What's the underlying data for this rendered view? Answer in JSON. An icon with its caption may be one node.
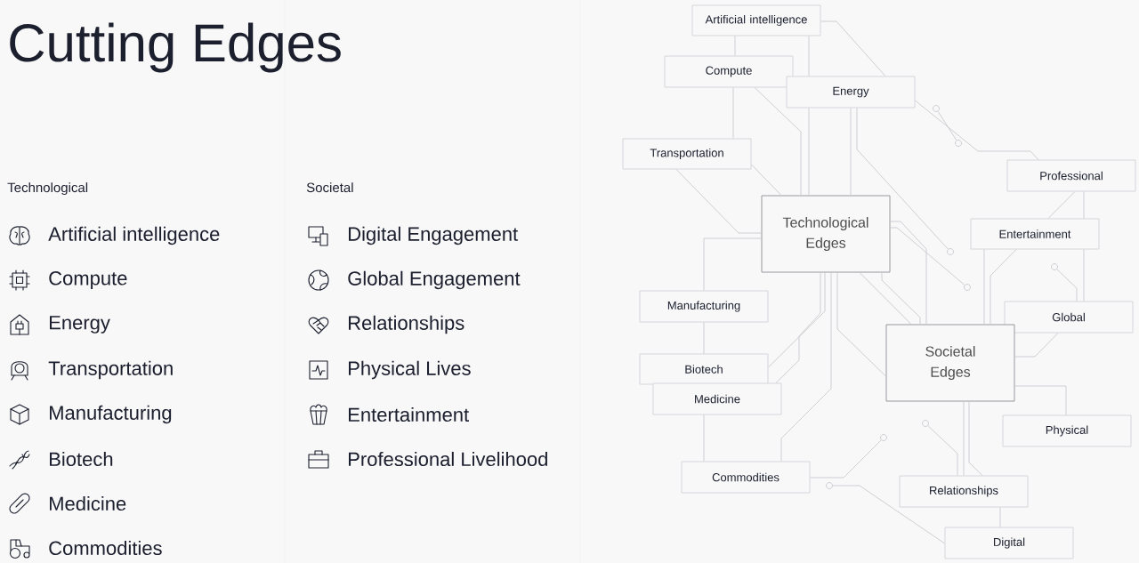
{
  "diagram": {
    "title": "Cutting Edges",
    "nodes": [
      {
        "text": [
          "Artificial intelligence"
        ]
      },
      {
        "text": [
          "Compute"
        ]
      },
      {
        "text": [
          "Energy"
        ]
      },
      {
        "text": [
          "Transportation"
        ]
      },
      {
        "text": [
          "Technological Edges"
        ]
      },
      {
        "text": [
          "Professional"
        ]
      },
      {
        "text": [
          "Entertainment"
        ]
      },
      {
        "text": [
          "Manufacturing"
        ]
      },
      {
        "text": [
          "Global"
        ]
      },
      {
        "text": [
          "Societal Edges"
        ]
      },
      {
        "text": [
          "Biotech"
        ]
      },
      {
        "text": [
          "Medicine"
        ]
      },
      {
        "text": [
          "Physical"
        ]
      },
      {
        "text": [
          "Commodities"
        ]
      },
      {
        "text": [
          "Relationships"
        ]
      },
      {
        "text": [
          "Digital"
        ]
      },
      {
        "text": [],
        "shape": "circle"
      },
      {
        "text": [],
        "shape": "circle"
      },
      {
        "text": [],
        "shape": "circle"
      },
      {
        "text": [],
        "shape": "circle"
      },
      {
        "text": [],
        "shape": "circle"
      },
      {
        "text": [],
        "shape": "circle"
      },
      {
        "text": [],
        "shape": "circle"
      },
      {
        "text": [],
        "shape": "circle"
      }
    ],
    "edges": [
      {
        "from": 0,
        "to": 1,
        "arrow": "none"
      },
      {
        "from": 0,
        "to": 2,
        "arrow": "none"
      },
      {
        "from": 0,
        "to": 2,
        "arrow": "none"
      },
      {
        "from": 1,
        "to": 3,
        "arrow": "none"
      },
      {
        "from": 1,
        "to": 4,
        "arrow": "none"
      },
      {
        "from": 2,
        "to": 4,
        "arrow": "none"
      },
      {
        "from": 2,
        "to": 4,
        "arrow": "none"
      },
      {
        "from": 2,
        "to": 18,
        "arrow": "none"
      },
      {
        "from": 2,
        "to": 5,
        "arrow": "none"
      },
      {
        "from": 3,
        "to": 4,
        "arrow": "none"
      },
      {
        "from": 3,
        "to": 4,
        "arrow": "none"
      },
      {
        "from": 4,
        "to": 7,
        "arrow": "none"
      },
      {
        "from": 7,
        "to": 10,
        "arrow": "none"
      },
      {
        "from": 4,
        "to": 10,
        "arrow": "none"
      },
      {
        "from": 4,
        "to": 11,
        "arrow": "none"
      },
      {
        "from": 11,
        "to": 13,
        "arrow": "none"
      },
      {
        "from": 4,
        "to": 13,
        "arrow": "none"
      },
      {
        "from": 4,
        "to": 9,
        "arrow": "none"
      },
      {
        "from": 4,
        "to": 9,
        "arrow": "none"
      },
      {
        "from": 4,
        "to": 9,
        "arrow": "none"
      },
      {
        "from": 4,
        "to": 9,
        "arrow": "none"
      },
      {
        "from": 4,
        "to": 20,
        "arrow": "none"
      },
      {
        "from": 6,
        "to": 5,
        "arrow": "none"
      },
      {
        "from": 5,
        "to": 6,
        "arrow": "none"
      },
      {
        "from": 6,
        "to": 9,
        "arrow": "none"
      },
      {
        "from": 6,
        "to": 9,
        "arrow": "none"
      },
      {
        "from": 19,
        "to": 8,
        "arrow": "none"
      },
      {
        "from": 8,
        "to": 9,
        "arrow": "none"
      },
      {
        "from": 9,
        "to": 12,
        "arrow": "none"
      },
      {
        "from": 9,
        "to": 14,
        "arrow": "none"
      },
      {
        "from": 9,
        "to": 14,
        "arrow": "none"
      },
      {
        "from": 21,
        "to": 14,
        "arrow": "none"
      },
      {
        "from": 14,
        "to": 15,
        "arrow": "none"
      },
      {
        "from": 23,
        "to": 15,
        "arrow": "none"
      },
      {
        "from": 13,
        "to": 22,
        "arrow": "none"
      },
      {
        "from": 6,
        "to": 8,
        "arrow": "none"
      },
      {
        "from": 16,
        "to": 17,
        "arrow": "none"
      }
    ],
    "labels": [
      "Technological",
      "Artificial intelligence",
      "Compute",
      "Energy",
      "Transportation",
      "Manufacturing",
      "Biotech",
      "Medicine",
      "Commodities",
      "Societal",
      "Digital Engagement",
      "Global Engagement",
      "Relationships",
      "Physical Lives",
      "Entertainment",
      "Professional Livelihood"
    ]
  }
}
